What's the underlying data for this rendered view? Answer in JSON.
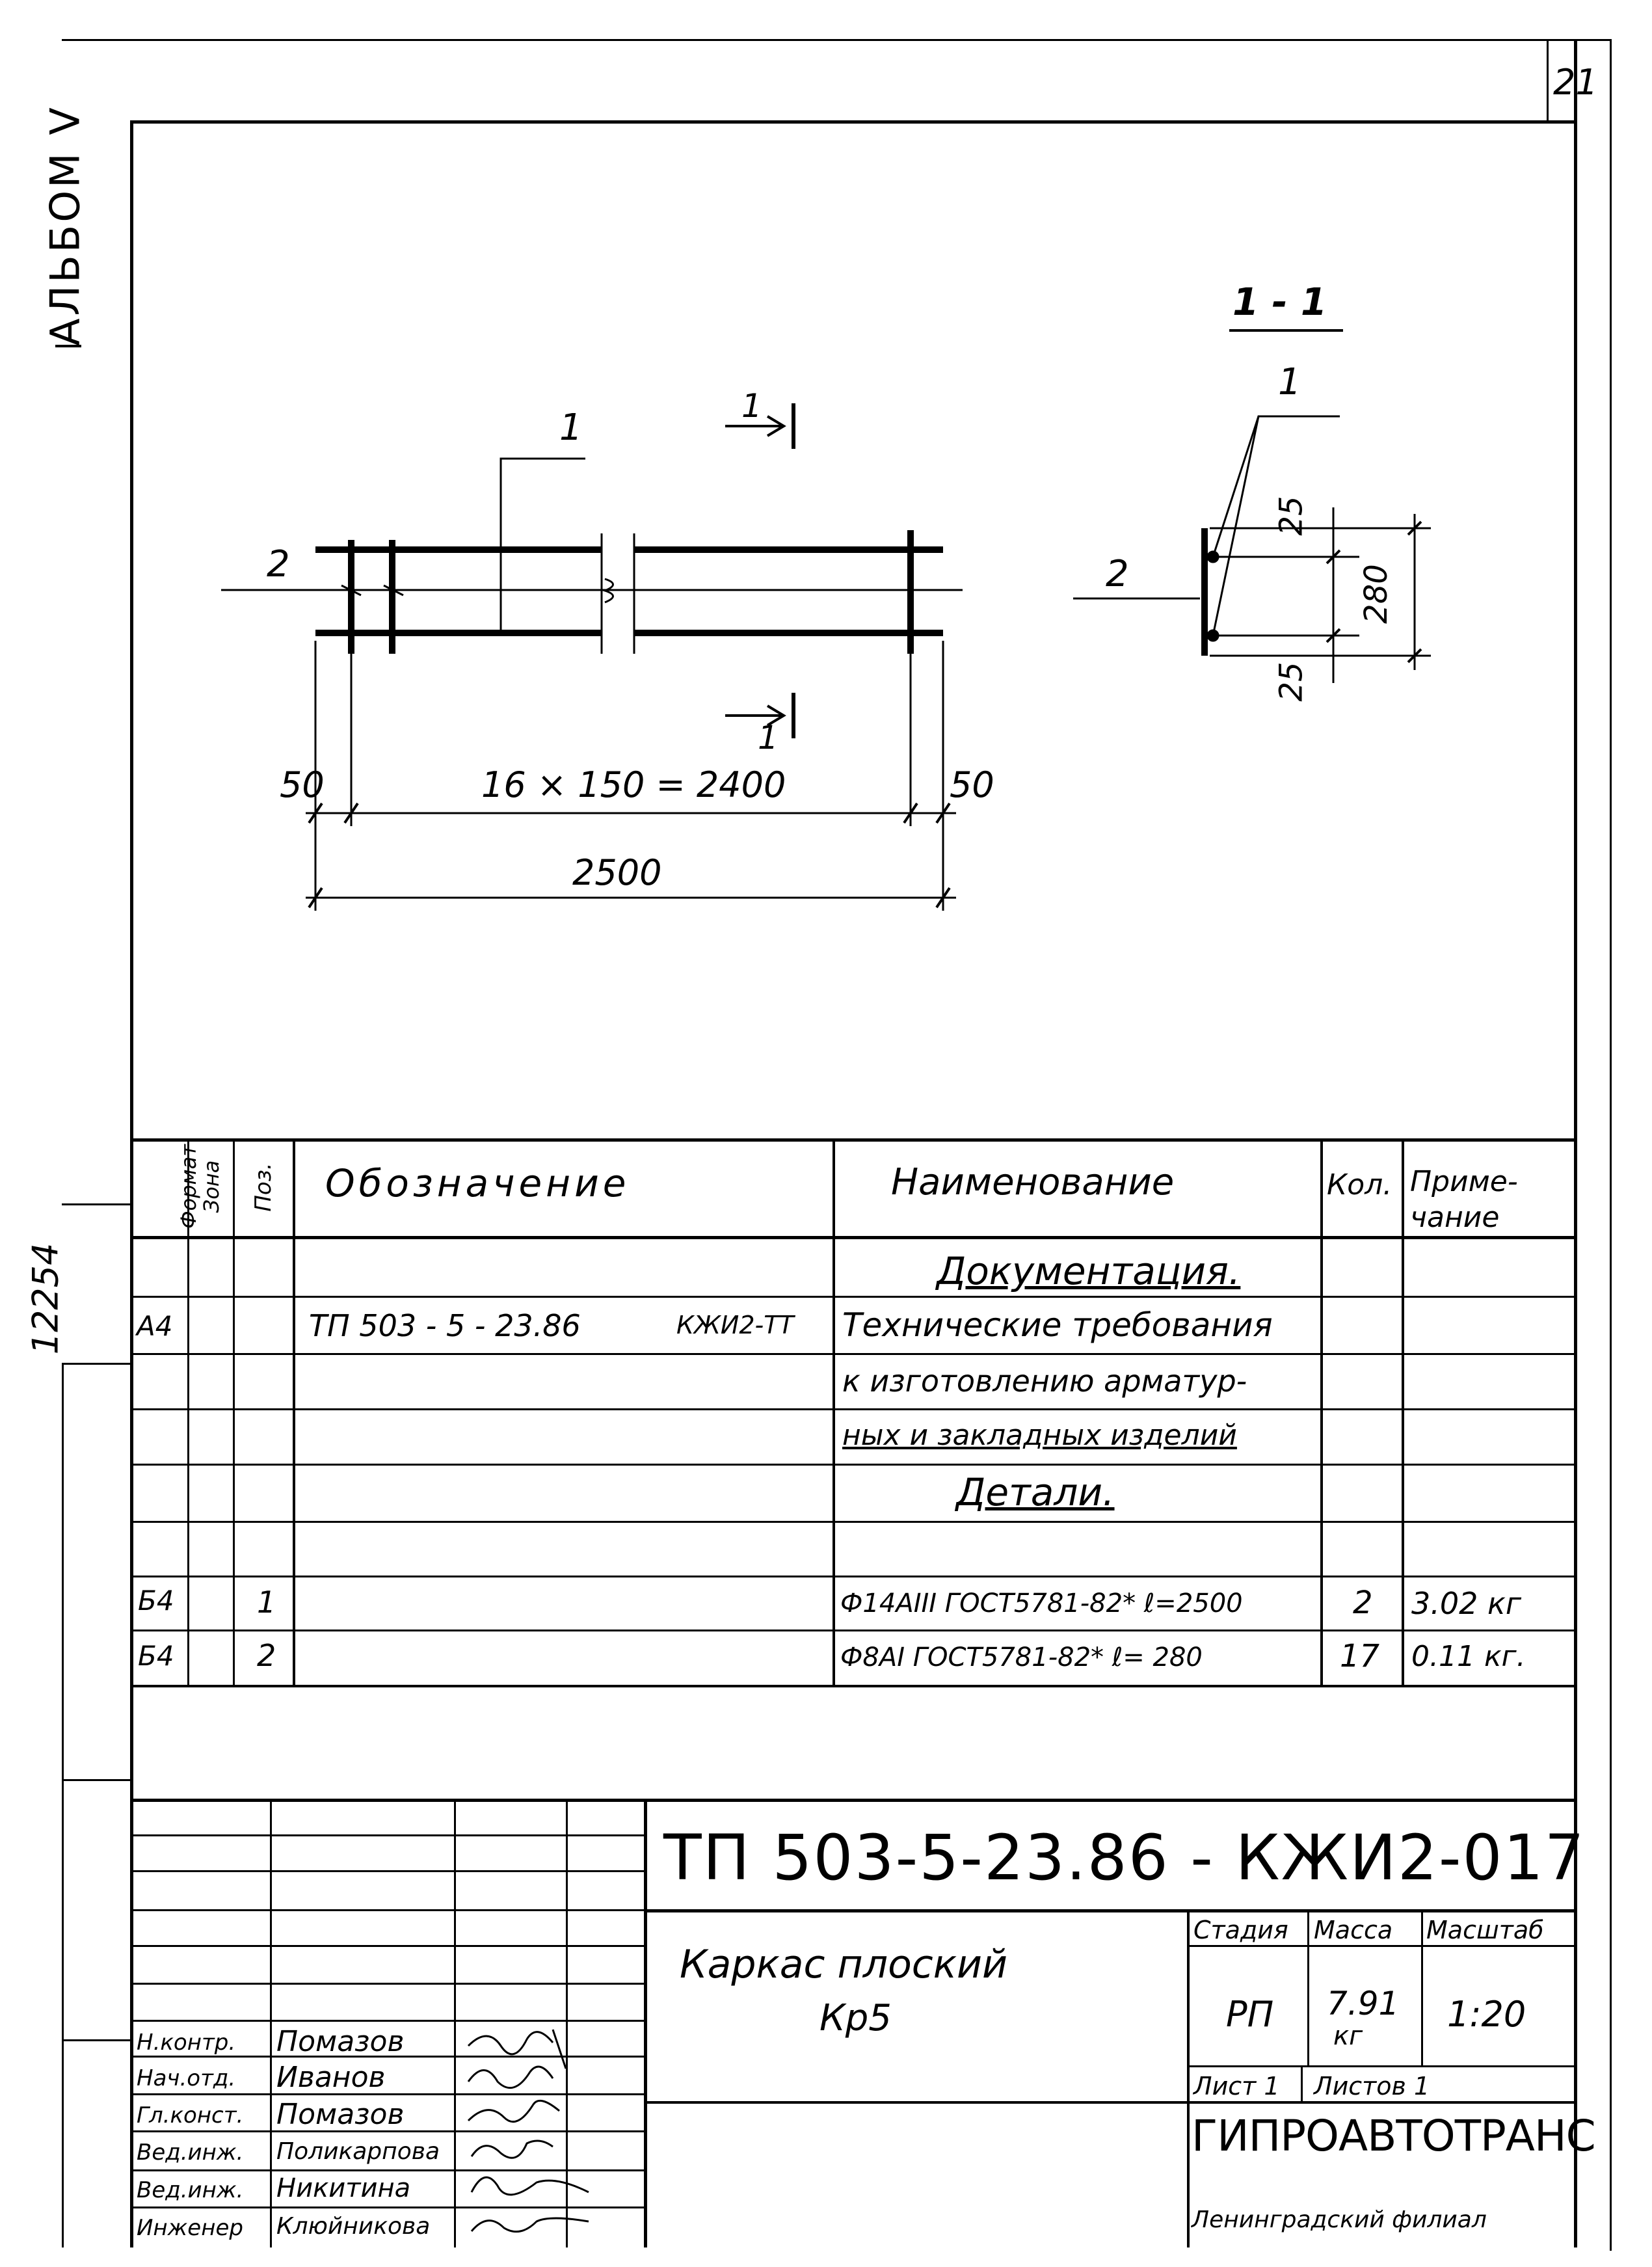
{
  "margin": {
    "album": "АЛЬБОМ V",
    "left_code": "12254"
  },
  "sheet_number": "21",
  "drawing": {
    "section_title": "1 - 1",
    "leader_plan": "1",
    "leader_plan2": "2",
    "section_mark_top": "1",
    "section_mark_bottom": "1",
    "dim_left": "50",
    "dim_middle": "16 × 150 = 2400",
    "dim_right": "50",
    "dim_total": "2500",
    "sec_leader1": "1",
    "sec_leader2": "2",
    "sec_dim_top": "25",
    "sec_dim_mid": "280",
    "sec_dim_bot": "25"
  },
  "spec": {
    "headers": {
      "format": "Формат",
      "zone": "Зона",
      "pos": "Поз.",
      "designation": "Обозначение",
      "name": "Наименование",
      "qty": "Кол.",
      "note_line1": "Приме-",
      "note_line2": "чание"
    },
    "rows": [
      {
        "format": "",
        "pos": "",
        "designation": "",
        "code": "",
        "name": "Документация.",
        "qty": "",
        "note": ""
      },
      {
        "format": "А4",
        "pos": "",
        "designation": "ТП 503 - 5 - 23.86",
        "code": "КЖИ2-ТТ",
        "name": "Технические требования",
        "qty": "",
        "note": ""
      },
      {
        "format": "",
        "pos": "",
        "designation": "",
        "code": "",
        "name": "к изготовлению арматур-",
        "qty": "",
        "note": ""
      },
      {
        "format": "",
        "pos": "",
        "designation": "",
        "code": "",
        "name": "ных и закладных изделий",
        "qty": "",
        "note": ""
      },
      {
        "format": "",
        "pos": "",
        "designation": "",
        "code": "",
        "name": "Детали.",
        "qty": "",
        "note": ""
      },
      {
        "format": "Б4",
        "pos": "1",
        "designation": "",
        "code": "",
        "name": "Ф14АIII ГОСТ5781-82* ℓ=2500",
        "qty": "2",
        "note": "3.02 кг"
      },
      {
        "format": "Б4",
        "pos": "2",
        "designation": "",
        "code": "",
        "name": "Ф8АI ГОСТ5781-82* ℓ= 280",
        "qty": "17",
        "note": "0.11 кг."
      }
    ]
  },
  "title_block": {
    "doc_code": "ТП 503-5-23.86 - КЖИ2-017",
    "title_line1": "Каркас  плоский",
    "title_line2": "Кр5",
    "stage_label": "Стадия",
    "mass_label": "Масса",
    "scale_label": "Масштаб",
    "stage": "РП",
    "mass": "7.91",
    "mass_unit": "кг",
    "scale": "1:20",
    "sheet_label": "Лист  1",
    "sheets_label": "Листов  1",
    "org": "ГИПРОАВТОТРАНС",
    "branch": "Ленинградский филиал",
    "people": [
      {
        "role": "Н.контр.",
        "name": "Помазов"
      },
      {
        "role": "Нач.отд.",
        "name": "Иванов"
      },
      {
        "role": "Гл.конст.",
        "name": "Помазов"
      },
      {
        "role": "Вед.инж.",
        "name": "Поликарпова"
      },
      {
        "role": "Вед.инж.",
        "name": "Никитина"
      },
      {
        "role": "Инженер",
        "name": "Клюйникова"
      }
    ]
  }
}
